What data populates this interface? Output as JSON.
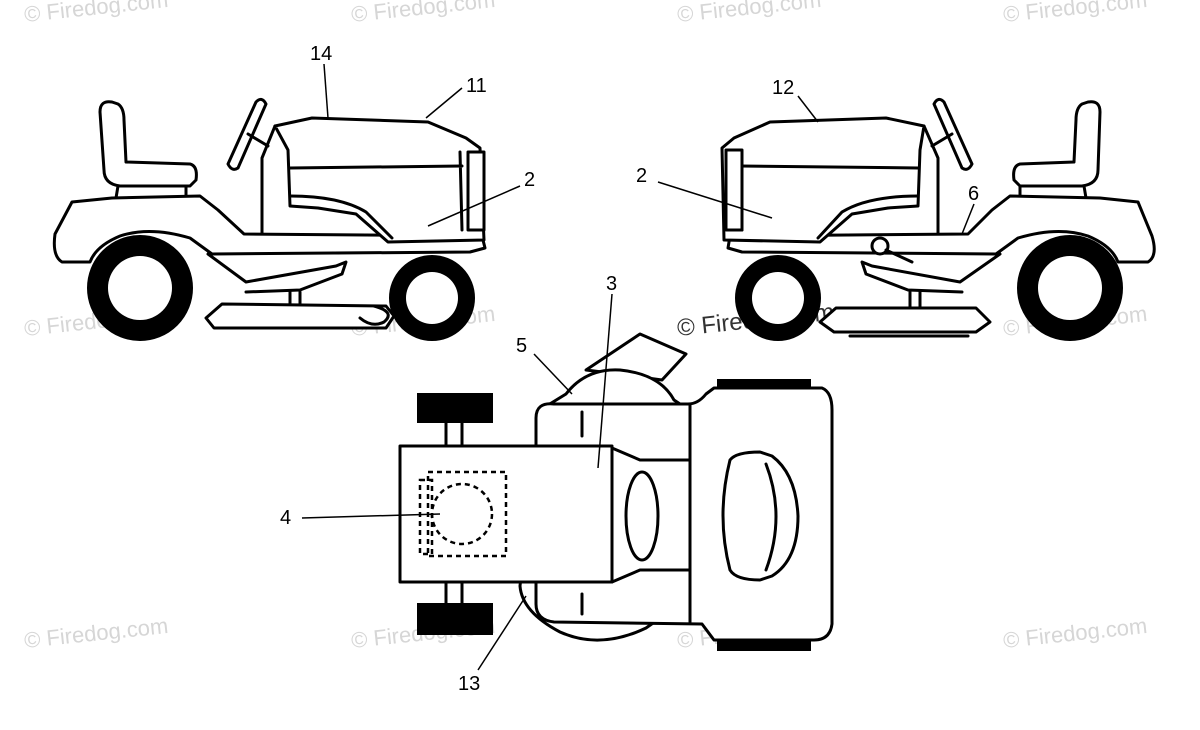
{
  "watermark": {
    "text": "© Firedog.com"
  },
  "callouts": {
    "c14": "14",
    "c11": "11",
    "c12": "12",
    "c2_left": "2",
    "c2_right": "2",
    "c6": "6",
    "c3": "3",
    "c5": "5",
    "c4": "4",
    "c13": "13"
  }
}
